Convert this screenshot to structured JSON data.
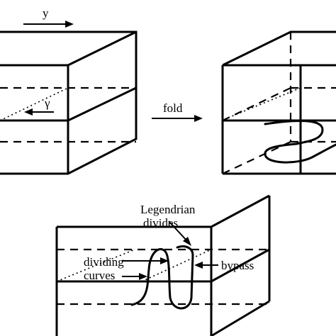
{
  "labels": {
    "y_top": "y",
    "gamma": "γ",
    "fold": "fold",
    "legendrian_line1": "Legendrian",
    "legendrian_line2": "divides",
    "dividing_line1": "dividing",
    "dividing_line2": "curves",
    "bypass": "bypass"
  }
}
